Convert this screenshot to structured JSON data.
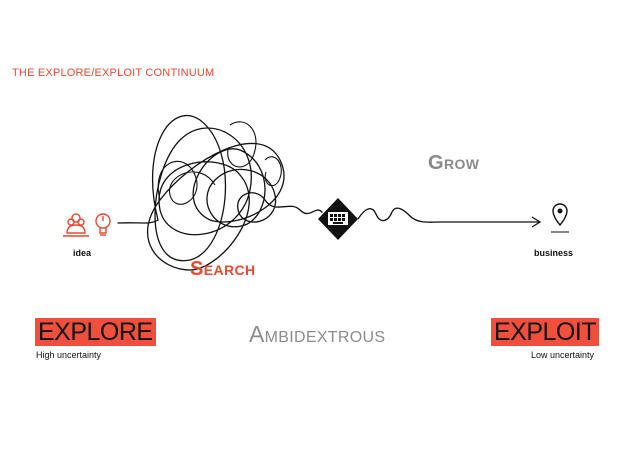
{
  "title": "THE EXPLORE/EXPLOIT CONTINUUM",
  "nodes": {
    "start_label": "idea",
    "end_label": "business"
  },
  "stages": {
    "search": "Search",
    "grow": "Grow"
  },
  "spectrum": {
    "left": {
      "label": "EXPLORE",
      "caption": "High uncertainty"
    },
    "middle": {
      "label": "Ambidextrous"
    },
    "right": {
      "label": "EXPLOIT",
      "caption": "Low uncertainty"
    }
  },
  "icons": [
    "people-icon",
    "lightbulb-icon",
    "keyboard-diamond-icon",
    "location-pin-icon",
    "arrow-head-icon"
  ],
  "colors": {
    "accent": "#e84a33",
    "box": "#ef4f3c",
    "muted": "#8a8a8a",
    "ink": "#111111"
  }
}
